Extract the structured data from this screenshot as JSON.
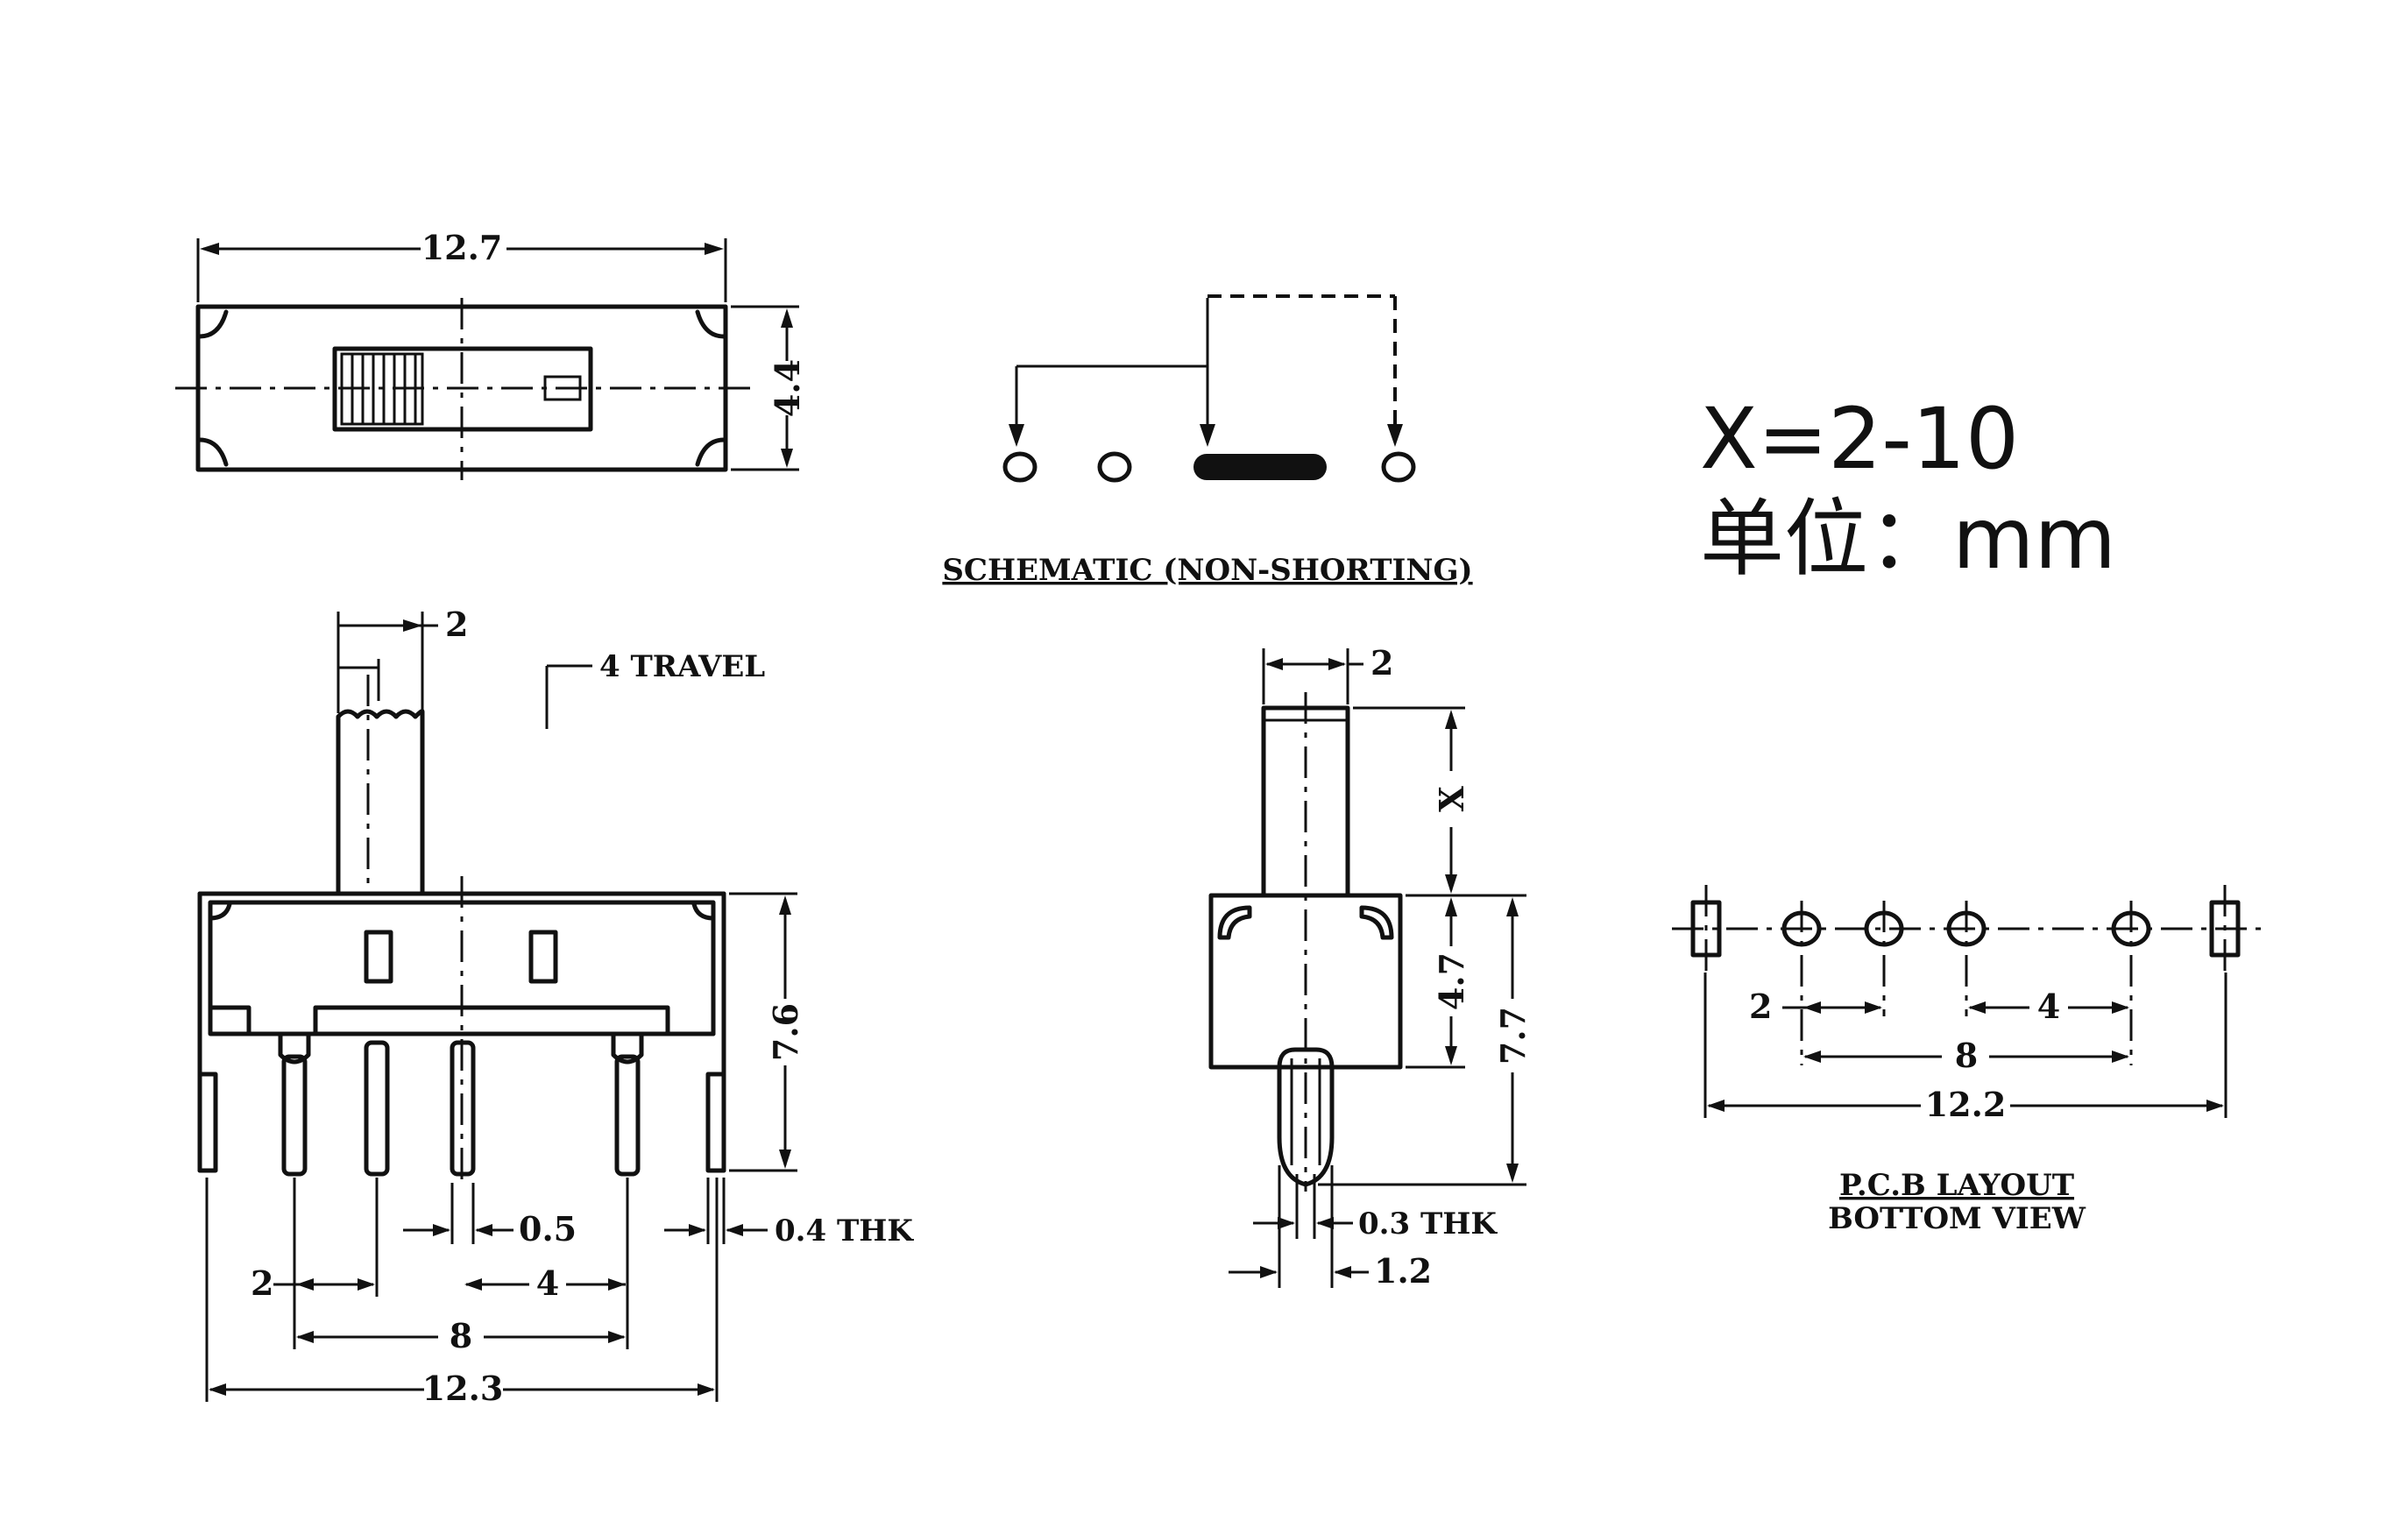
{
  "top_view": {
    "width": "12.7",
    "height": "4.4"
  },
  "schematic": {
    "caption": "SCHEMATIC (NON-SHORTING)"
  },
  "spec": {
    "x_range": "X=2-10",
    "unit": "单位：mm"
  },
  "front_view": {
    "actuator_width": "2",
    "travel": "4 TRAVEL",
    "body_height": "7.6",
    "pin_gap": "0.5",
    "pin_thickness": "0.4 THK",
    "pitch": "2",
    "pitch_wide": "4",
    "span_inner": "8",
    "span_outer": "12.3"
  },
  "side_view": {
    "actuator_width": "2",
    "actuator_height": "X",
    "body_height": "4.7",
    "total_height": "7.7",
    "pin_thickness": "0.3 THK",
    "pin_width": "1.2"
  },
  "pcb_layout": {
    "pitch": "2",
    "pitch_wide": "4",
    "span_inner": "8",
    "span_outer": "12.2",
    "caption_line1": "P.C.B LAYOUT",
    "caption_line2": "BOTTOM VIEW"
  }
}
